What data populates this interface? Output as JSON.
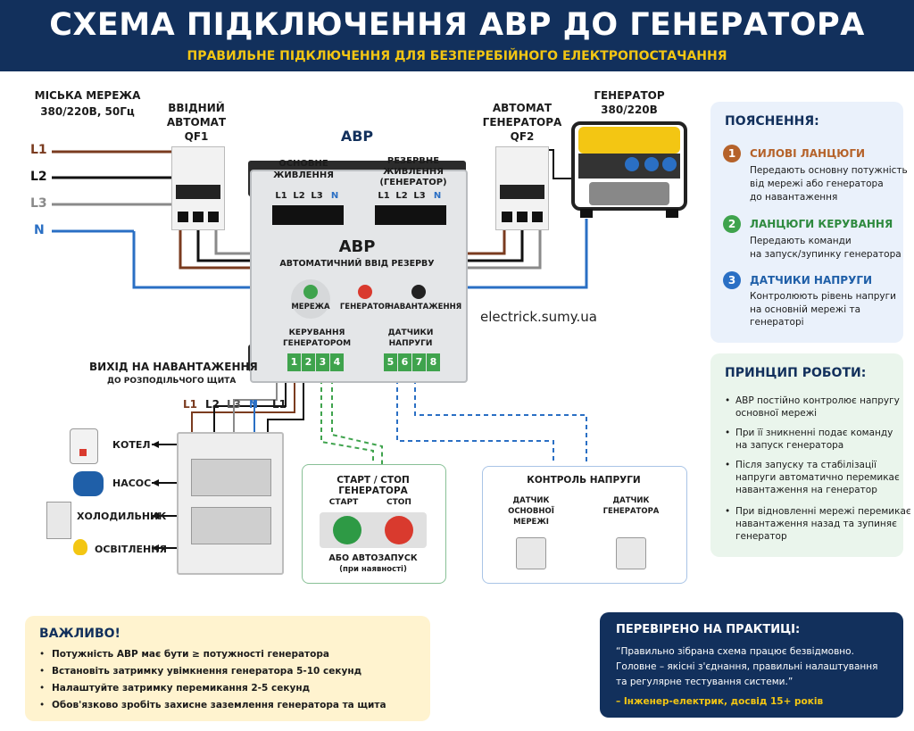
{
  "header": {
    "title": "СХЕМА  ПІДКЛЮЧЕННЯ АВР ДО ГЕНЕРАТОРА",
    "subtitle": "ПРАВИЛЬНЕ ПІДКЛЮЧЕННЯ ДЛЯ БЕЗПЕРЕБІЙНОГО ЕЛЕКТРОПОСТАЧАННЯ"
  },
  "grid": {
    "title": "МІСЬКА МЕРЕЖА",
    "spec": "380/220В, 50Гц",
    "lines": [
      "L1",
      "L2",
      "L3",
      "N"
    ]
  },
  "qf1": {
    "line1": "ВВІДНИЙ",
    "line2": "АВТОМАТ",
    "line3": "QF1"
  },
  "qf2": {
    "line1": "АВТОМАТ",
    "line2": "ГЕНЕРАТОРА",
    "line3": "QF2"
  },
  "generator": {
    "title": "ГЕНЕРАТОР",
    "spec": "380/220В"
  },
  "avr": {
    "top_label": "АВР",
    "main_in_1": "ОСНОВНЕ",
    "main_in_2": "ЖИВЛЕННЯ",
    "res_in_1": "РЕЗЕРВНЕ",
    "res_in_2": "ЖИВЛЕННЯ",
    "res_in_3": "(ГЕНЕРАТОР)",
    "terms_main": [
      "L1",
      "L2",
      "L3",
      "N"
    ],
    "terms_res": [
      "L1",
      "L2",
      "L3",
      "N"
    ],
    "name": "АВР",
    "desc": "АВТОМАТИЧНИЙ ВВІД РЕЗЕРВУ",
    "led_grid": "МЕРЕЖА",
    "led_gen": "ГЕНЕРАТОР",
    "led_load": "НАВАНТАЖЕННЯ",
    "ctrl_1": "КЕРУВАННЯ",
    "ctrl_2": "ГЕНЕРАТОРОМ",
    "ctrl_terms": [
      "1",
      "2",
      "3",
      "4"
    ],
    "sens_1": "ДАТЧИКИ",
    "sens_2": "НАПРУГИ",
    "sens_terms": [
      "5",
      "6",
      "7",
      "8"
    ]
  },
  "watermark": "electrick.sumy.ua",
  "output": {
    "title": "ВИХІД НА НАВАНТАЖЕННЯ",
    "sub": "ДО РОЗПОДІЛЬЧОГО ЩИТА",
    "lines": [
      "L1",
      "L2",
      "L3",
      "N",
      "L1"
    ]
  },
  "loads": [
    "КОТЕЛ",
    "НАСОС",
    "ХОЛОДИЛЬНИК",
    "ОСВІТЛЕННЯ"
  ],
  "startstop": {
    "title": "СТАРТ / СТОП ГЕНЕРАТОРА",
    "start": "СТАРТ",
    "stop": "СТОП",
    "alt1": "АБО АВТОЗАПУСК",
    "alt2": "(при наявності)"
  },
  "voltage": {
    "title": "КОНТРОЛЬ НАПРУГИ",
    "s1_1": "ДАТЧИК",
    "s1_2": "ОСНОВНОЇ",
    "s1_3": "МЕРЕЖІ",
    "s2_1": "ДАТЧИК",
    "s2_2": "ГЕНЕРАТОРА"
  },
  "explain": {
    "title": "ПОЯСНЕННЯ:",
    "items": [
      {
        "n": "1",
        "t": "СИЛОВІ ЛАНЦЮГИ",
        "d1": "Передають основну потужність",
        "d2": "від мережі або генератора",
        "d3": "до навантаження"
      },
      {
        "n": "2",
        "t": "ЛАНЦЮГИ КЕРУВАННЯ",
        "d1": "Передають команди",
        "d2": "на запуск/зупинку генератора",
        "d3": ""
      },
      {
        "n": "3",
        "t": "ДАТЧИКИ НАПРУГИ",
        "d1": "Контролюють рівень напруги",
        "d2": "на основній мережі та генераторі",
        "d3": ""
      }
    ]
  },
  "principle": {
    "title": "ПРИНЦИП РОБОТИ:",
    "items": [
      [
        "АВР постійно контролює напругу",
        "основної мережі"
      ],
      [
        "При її зникненні подає команду",
        "на запуск генератора"
      ],
      [
        "Після запуску та стабілізації",
        "напруги автоматично перемикає",
        "навантаження на генератор"
      ],
      [
        "При відновленні мережі перемикає",
        "навантаження назад та зупиняє",
        "генератор"
      ]
    ]
  },
  "important": {
    "title": "ВАЖЛИВО!",
    "items": [
      "Потужність АВР має бути ≥ потужності генератора",
      "Встановіть затримку увімкнення генератора 5-10 секунд",
      "Налаштуйте затримку перемикання 2-5 секунд",
      "Обов'язково зробіть захисне заземлення генератора та щита"
    ]
  },
  "verified": {
    "title": "ПЕРЕВІРЕНО НА ПРАКТИЦІ:",
    "q1": "“Правильно зібрана схема працює безвідмовно.",
    "q2": "Головне – якісні з'єднання, правильні налаштування",
    "q3": "та регулярне тестування системи.”",
    "author": "– Інженер-електрик, досвід 15+ років"
  },
  "colors": {
    "header": "#12305c",
    "accent": "#f3c613",
    "L1": "#7a3b1f",
    "L2": "#111111",
    "L3": "#8a8a8a",
    "N": "#2a6fc4",
    "control": "#3fa34d",
    "sensor": "#2a6fc4"
  }
}
